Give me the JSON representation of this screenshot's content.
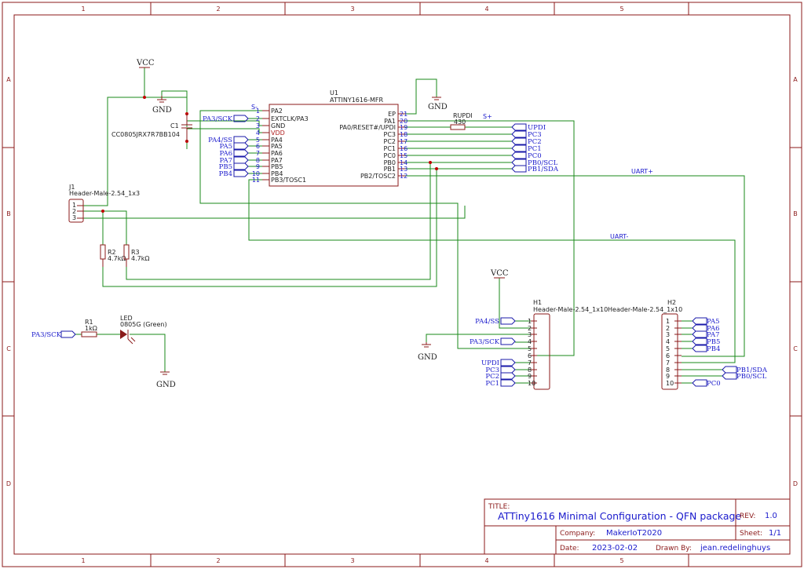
{
  "frame": {
    "columns": [
      "1",
      "2",
      "3",
      "4",
      "5"
    ],
    "rows": [
      "A",
      "B",
      "C",
      "D"
    ]
  },
  "power": {
    "vcc": "VCC",
    "gnd": "GND"
  },
  "u1": {
    "ref": "U1",
    "part": "ATTINY1616-MFR",
    "left_pins": [
      {
        "num": "1",
        "name": "PA2",
        "net": "S-"
      },
      {
        "num": "2",
        "name": "EXTCLK/PA3",
        "net": "PA3/SCK"
      },
      {
        "num": "3",
        "name": "GND",
        "net": ""
      },
      {
        "num": "4",
        "name": "VDD",
        "net": ""
      },
      {
        "num": "5",
        "name": "PA4",
        "net": "PA4/SS"
      },
      {
        "num": "6",
        "name": "PA5",
        "net": "PA5"
      },
      {
        "num": "7",
        "name": "PA6",
        "net": "PA6"
      },
      {
        "num": "8",
        "name": "PA7",
        "net": "PA7"
      },
      {
        "num": "9",
        "name": "PB5",
        "net": "PB5"
      },
      {
        "num": "10",
        "name": "PB4",
        "net": "PB4"
      },
      {
        "num": "11",
        "name": "PB3/TOSC1",
        "net": ""
      }
    ],
    "right_pins": [
      {
        "num": "21",
        "name": "EP"
      },
      {
        "num": "20",
        "name": "PA1"
      },
      {
        "num": "19",
        "name": "PA0/RESET#/UPDI"
      },
      {
        "num": "18",
        "name": "PC3"
      },
      {
        "num": "17",
        "name": "PC2"
      },
      {
        "num": "16",
        "name": "PC1"
      },
      {
        "num": "15",
        "name": "PC0"
      },
      {
        "num": "14",
        "name": "PB0"
      },
      {
        "num": "13",
        "name": "PB1"
      },
      {
        "num": "12",
        "name": "PB2/TOSC2"
      }
    ],
    "right_nets": [
      "UPDI",
      "PC3",
      "PC2",
      "PC1",
      "PC0",
      "PB0/SCL",
      "PB1/SDA"
    ]
  },
  "c1": {
    "ref": "C1",
    "part": "CC0805JRX7R7BB104"
  },
  "rupdi": {
    "ref": "RUPDI",
    "value": "430"
  },
  "s_plus": "S+",
  "uart_plus": "UART+",
  "uart_minus": "UART-",
  "j1": {
    "ref": "J1",
    "part": "Header-Male-2.54_1x3",
    "pins": [
      "1",
      "2",
      "3"
    ]
  },
  "r2": {
    "ref": "R2",
    "value": "4.7kΩ"
  },
  "r3": {
    "ref": "R3",
    "value": "4.7kΩ"
  },
  "led_circuit": {
    "net": "PA3/SCK",
    "r1_ref": "R1",
    "r1_value": "1kΩ",
    "led_ref": "LED",
    "led_value": "0805G (Green)"
  },
  "h1": {
    "ref": "H1",
    "part": "Header-Male-2.54_1x10",
    "pins": [
      "1",
      "2",
      "3",
      "4",
      "5",
      "6",
      "7",
      "8",
      "9",
      "10"
    ],
    "nets": [
      "PA4/SS",
      "PA3/SCK",
      "UPDI",
      "PC3",
      "PC2",
      "PC1"
    ]
  },
  "h2": {
    "ref": "H2",
    "part": "Header-Male-2.54_1x10",
    "pins": [
      "1",
      "2",
      "3",
      "4",
      "5",
      "6",
      "7",
      "8",
      "9",
      "10"
    ],
    "nets": [
      "PA5",
      "PA6",
      "PA7",
      "PB5",
      "PB4",
      "PB1/SDA",
      "PB0/SCL",
      "PC0"
    ]
  },
  "title_block": {
    "title_label": "TITLE:",
    "title": "ATTiny1616 Minimal Configuration - QFN package",
    "rev_label": "REV:",
    "rev": "1.0",
    "company_label": "Company:",
    "company": "MakerIoT2020",
    "sheet_label": "Sheet:",
    "sheet": "1/1",
    "date_label": "Date:",
    "date": "2023-02-02",
    "drawn_label": "Drawn By:",
    "drawn_by": "jean.redelinghuys"
  }
}
